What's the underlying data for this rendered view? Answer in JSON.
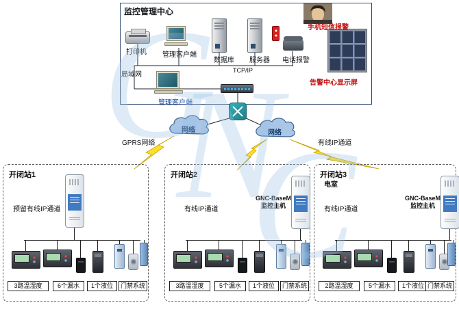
{
  "watermark": {
    "l1": "G",
    "l2": "N",
    "l3": "C"
  },
  "center": {
    "title": "监控管理中心",
    "printer_label": "打印机",
    "client1_label": "管理客户端",
    "database_label": "数据库",
    "server_label": "服务器",
    "phone_label": "电话报警",
    "sms_label": "手机短信报警",
    "tcpip_label": "TCP/IP",
    "lan_label": "局域网",
    "client2_label": "管理客户端",
    "wall_label": "告警中心显示屏"
  },
  "network": {
    "cloud_left_label": "网络",
    "cloud_right_label": "网络",
    "gprs_label": "GPRS网络",
    "wired_label": "有线IP通道"
  },
  "stations": [
    {
      "title": "开闭站1",
      "room": "",
      "channel_label": "预留有线IP通道",
      "host_name": "",
      "host_role": "",
      "device_labels": [
        "3路温湿度",
        "6个漏水",
        "1个液位",
        "门禁系统"
      ]
    },
    {
      "title": "开闭站2",
      "room": "",
      "channel_label": "有线IP通道",
      "host_name": "GNC-BaseM",
      "host_role": "监控主机",
      "device_labels": [
        "3路温湿度",
        "5个漏水",
        "1个液位",
        "门禁系统"
      ]
    },
    {
      "title": "开闭站3",
      "room": "电室",
      "channel_label": "有线IP通道",
      "host_name": "GNC-BaseM",
      "host_role": "监控主机",
      "device_labels": [
        "2路温湿度",
        "5个漏水",
        "1个液位",
        "门禁系统"
      ]
    }
  ]
}
